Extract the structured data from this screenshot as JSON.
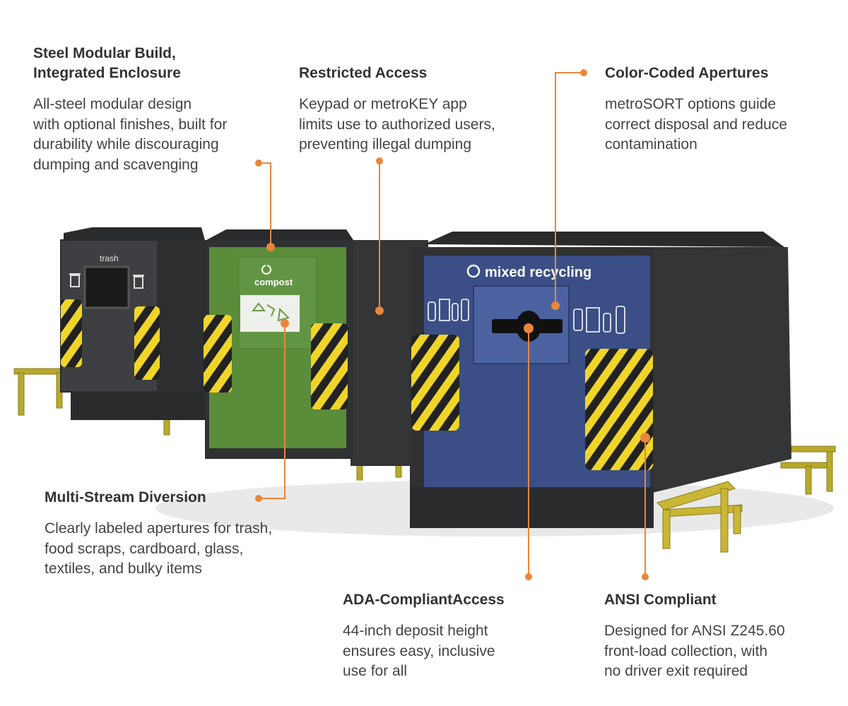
{
  "callouts": {
    "steel": {
      "title_line1": "Steel Modular Build,",
      "title_line2": "Integrated Enclosure",
      "body": [
        "All-steel modular design",
        "with optional finishes, built for",
        "durability while discouraging",
        "dumping and scavenging"
      ]
    },
    "restricted": {
      "title": "Restricted Access",
      "body": [
        "Keypad or metroKEY app",
        "limits use to authorized users,",
        "preventing illegal dumping"
      ]
    },
    "color": {
      "title": "Color-Coded Apertures",
      "body": [
        "metroSORT options guide",
        "correct disposal and reduce",
        "contamination"
      ]
    },
    "multi": {
      "title": "Multi-Stream Diversion",
      "body": [
        "Clearly labeled apertures for trash,",
        "food scraps, cardboard, glass,",
        "textiles, and bulky items"
      ]
    },
    "ada": {
      "title": "ADA-CompliantAccess",
      "body": [
        "44-inch deposit height",
        "ensures easy, inclusive",
        "use for all"
      ]
    },
    "ansi": {
      "title": "ANSI Compliant",
      "body": [
        "Designed for ANSI Z245.60",
        "front-load collection, with",
        "no driver exit required"
      ]
    }
  },
  "unit_labels": {
    "trash": "trash",
    "compost": "compost",
    "recycling": "mixed recycling"
  },
  "colors": {
    "accent_orange": "#e8873a",
    "panel_dark": "#3d3f42",
    "compost_green": "#5a8c3a",
    "recycling_blue": "#3b4f86",
    "bumper_yellow": "#c9b634",
    "hazard_yellow": "#f0d528"
  }
}
